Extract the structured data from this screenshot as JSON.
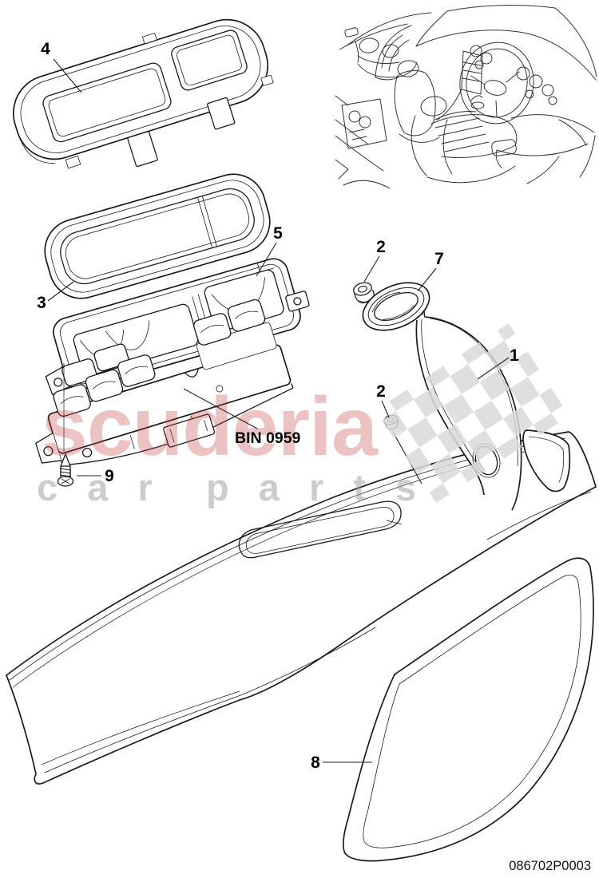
{
  "watermark": {
    "brand": "scuderia",
    "words_left": "c a r",
    "words_right": "p a r t s",
    "brand_color": "#c23434",
    "gray_color": "#9a9a9a",
    "checker_color": "#d9d9d9"
  },
  "callouts": {
    "part4": {
      "label": "4"
    },
    "part3": {
      "label": "3"
    },
    "part5": {
      "label": "5"
    },
    "part9": {
      "label": "9"
    },
    "bin_code": {
      "label": "BIN 0959"
    },
    "part2_upper": {
      "label": "2"
    },
    "part7": {
      "label": "7"
    },
    "part2_lower": {
      "label": "2"
    },
    "part1": {
      "label": "1"
    },
    "part8": {
      "label": "8"
    }
  },
  "footer": {
    "drawing_number": "086702P0003"
  }
}
